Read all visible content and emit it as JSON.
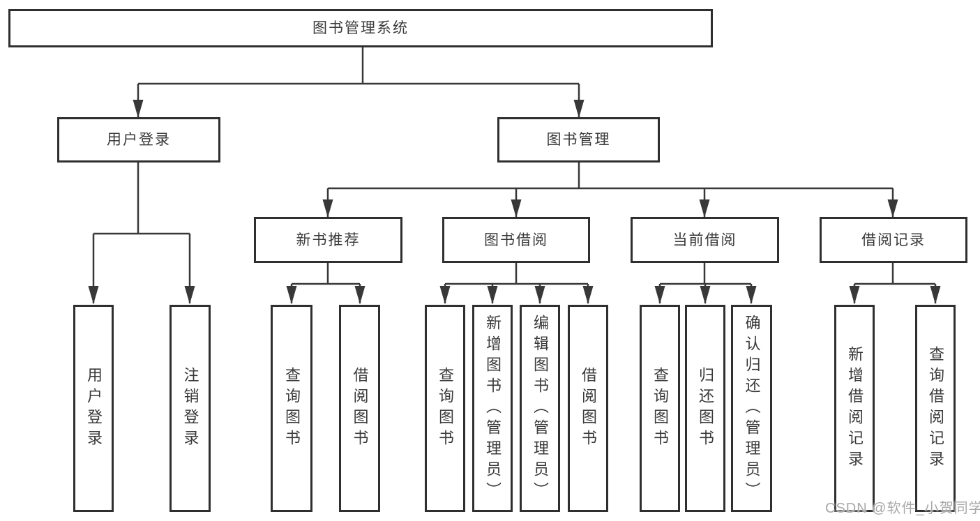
{
  "tree": {
    "root": "图书管理系统",
    "branches": [
      {
        "label": "用户登录",
        "children": [
          "用户登录",
          "注销登录"
        ]
      },
      {
        "label": "图书管理",
        "sections": [
          {
            "label": "新书推荐",
            "children": [
              "查询图书",
              "借阅图书"
            ]
          },
          {
            "label": "图书借阅",
            "children": [
              "查询图书",
              "新增图书（管理员）",
              "编辑图书（管理员）",
              "借阅图书"
            ]
          },
          {
            "label": "当前借阅",
            "children": [
              "查询图书",
              "归还图书",
              "确认归还（管理员）"
            ]
          },
          {
            "label": "借阅记录",
            "children": [
              "新增借阅记录",
              "查询借阅记录"
            ]
          }
        ]
      }
    ]
  },
  "watermark": {
    "text": "CSDN @软件_小贺同学"
  },
  "colors": {
    "line": "#383838",
    "box_border": "#2f2f2f",
    "text": "#3a3a3a",
    "background": "#ffffff",
    "watermark": "#a8a8a8"
  }
}
